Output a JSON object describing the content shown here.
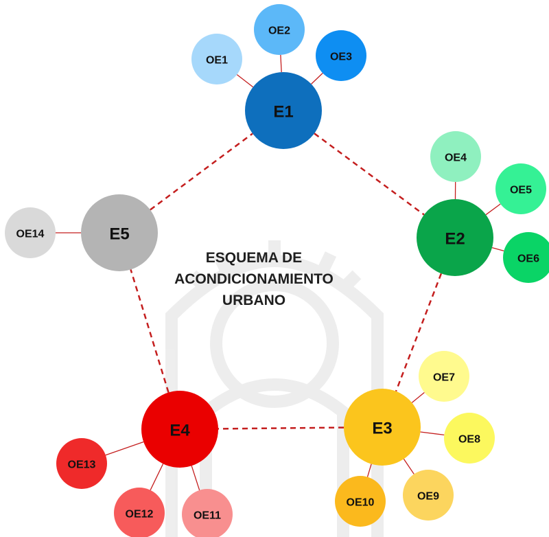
{
  "title": {
    "line1": "ESQUEMA DE",
    "line2": "ACONDICIONAMIENTO",
    "line3": "URBANO"
  },
  "nodes": [
    {
      "id": "E1",
      "label": "E1",
      "kind": "main",
      "color": "#0e6fbd"
    },
    {
      "id": "E2",
      "label": "E2",
      "kind": "main",
      "color": "#0aa54a"
    },
    {
      "id": "E3",
      "label": "E3",
      "kind": "main",
      "color": "#fbc51d"
    },
    {
      "id": "E4",
      "label": "E4",
      "kind": "main",
      "color": "#ea0000"
    },
    {
      "id": "E5",
      "label": "E5",
      "kind": "main",
      "color": "#b4b4b4"
    },
    {
      "id": "OE1",
      "label": "OE1",
      "kind": "sub",
      "parent": "E1",
      "color": "#a6d8fb"
    },
    {
      "id": "OE2",
      "label": "OE2",
      "kind": "sub",
      "parent": "E1",
      "color": "#5cb8f8"
    },
    {
      "id": "OE3",
      "label": "OE3",
      "kind": "sub",
      "parent": "E1",
      "color": "#0e8ef2"
    },
    {
      "id": "OE4",
      "label": "OE4",
      "kind": "sub",
      "parent": "E2",
      "color": "#8ff0bf"
    },
    {
      "id": "OE5",
      "label": "OE5",
      "kind": "sub",
      "parent": "E2",
      "color": "#35f195"
    },
    {
      "id": "OE6",
      "label": "OE6",
      "kind": "sub",
      "parent": "E2",
      "color": "#0ad466"
    },
    {
      "id": "OE7",
      "label": "OE7",
      "kind": "sub",
      "parent": "E3",
      "color": "#fffa8e"
    },
    {
      "id": "OE8",
      "label": "OE8",
      "kind": "sub",
      "parent": "E3",
      "color": "#fcf85e"
    },
    {
      "id": "OE9",
      "label": "OE9",
      "kind": "sub",
      "parent": "E3",
      "color": "#fcd55e"
    },
    {
      "id": "OE10",
      "label": "OE10",
      "kind": "sub",
      "parent": "E3",
      "color": "#fbb91d"
    },
    {
      "id": "OE11",
      "label": "OE11",
      "kind": "sub",
      "parent": "E4",
      "color": "#f88f8f"
    },
    {
      "id": "OE12",
      "label": "OE12",
      "kind": "sub",
      "parent": "E4",
      "color": "#f75b5b"
    },
    {
      "id": "OE13",
      "label": "OE13",
      "kind": "sub",
      "parent": "E4",
      "color": "#ef2a2a"
    },
    {
      "id": "OE14",
      "label": "OE14",
      "kind": "sub",
      "parent": "E5",
      "color": "#d9d9d9"
    }
  ],
  "dashed_links": [
    [
      "E1",
      "E2"
    ],
    [
      "E2",
      "E3"
    ],
    [
      "E3",
      "E4"
    ],
    [
      "E4",
      "E5"
    ],
    [
      "E5",
      "E1"
    ]
  ],
  "link_color": "#c41e1e"
}
